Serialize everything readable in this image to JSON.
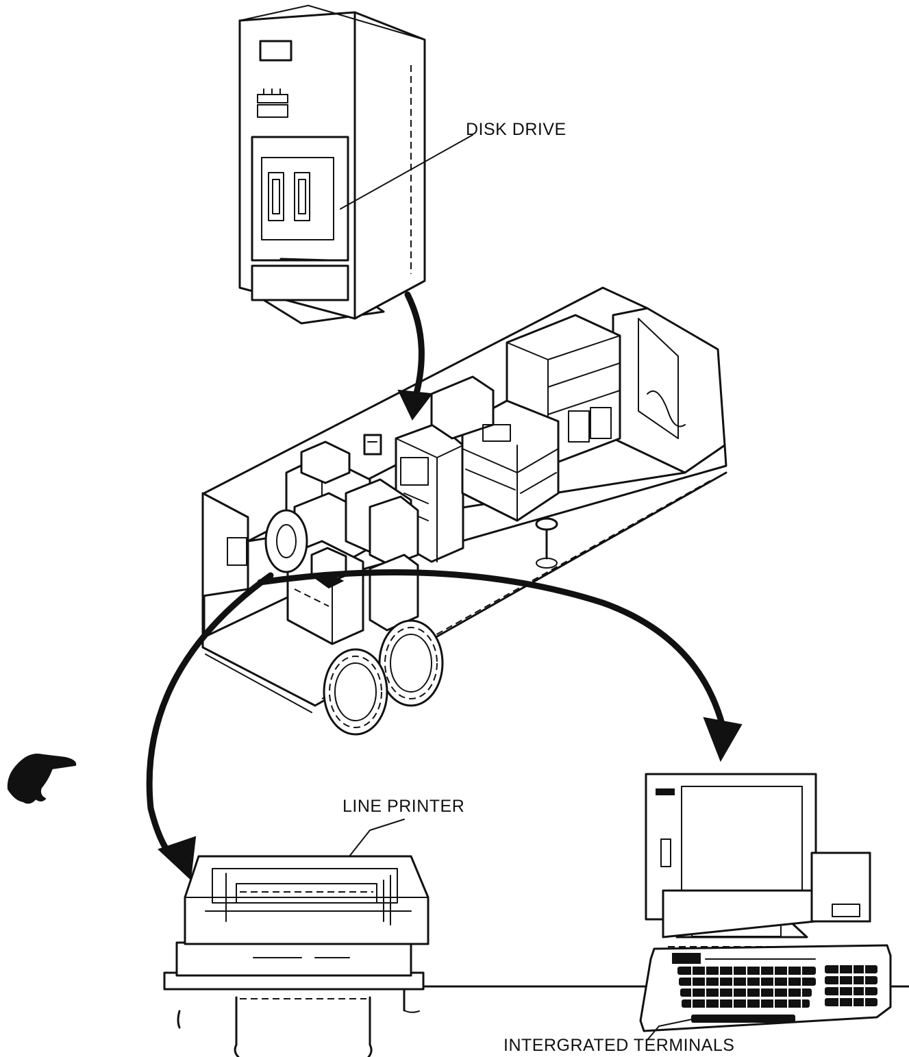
{
  "labels": {
    "disk_drive": "DISK DRIVE",
    "line_printer": "LINE PRINTER",
    "integrated_terminals": "INTERGRATED TERMINALS"
  },
  "icons": {
    "pointer": "pointing-hand-icon"
  }
}
